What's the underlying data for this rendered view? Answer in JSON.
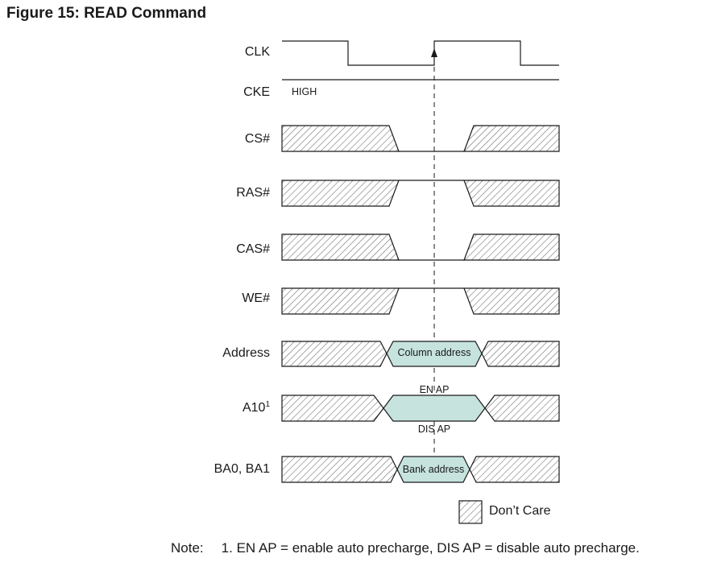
{
  "figure": {
    "title": "Figure 15: READ Command"
  },
  "signals": {
    "clk": "CLK",
    "cke": "CKE",
    "cke_level": "HIGH",
    "cs": "CS#",
    "ras": "RAS#",
    "cas": "CAS#",
    "we": "WE#",
    "address": "Address",
    "a10": "A10",
    "a10_sup": "1",
    "ba": "BA0, BA1"
  },
  "bus_values": {
    "column_address": "Column address",
    "bank_address": "Bank address",
    "en_ap": "EN AP",
    "dis_ap": "DIS AP"
  },
  "legend": {
    "dont_care": "Don’t Care"
  },
  "note": {
    "label": "Note:",
    "number": "1.",
    "text": "EN AP = enable auto precharge, DIS AP = disable auto precharge."
  },
  "colors": {
    "bus_fill": "#c6e3de",
    "line": "#1a1a1a",
    "hatch": "#555555"
  }
}
